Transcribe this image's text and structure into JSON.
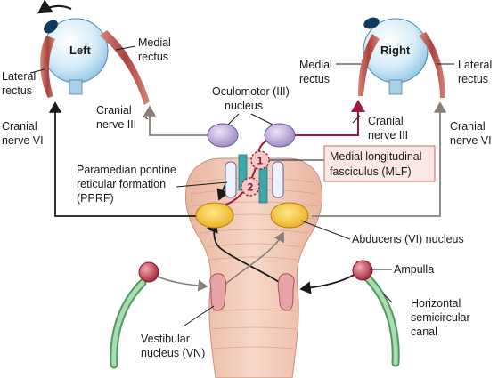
{
  "eyes": {
    "left": {
      "title": "Left",
      "lateral_rectus": [
        "Lateral",
        "rectus"
      ],
      "medial_rectus": [
        "Medial",
        "rectus"
      ]
    },
    "right": {
      "title": "Right",
      "lateral_rectus": [
        "Lateral",
        "rectus"
      ],
      "medial_rectus": [
        "Medial",
        "rectus"
      ]
    }
  },
  "labels": {
    "cranial_nerve_iii_left": [
      "Cranial",
      "nerve III"
    ],
    "cranial_nerve_iii_right": [
      "Cranial",
      "nerve III"
    ],
    "cranial_nerve_vi_left": [
      "Cranial",
      "nerve VI"
    ],
    "cranial_nerve_vi_right": [
      "Cranial",
      "nerve VI"
    ],
    "oculomotor_nucleus": [
      "Oculomotor (III)",
      "nucleus"
    ],
    "pprf": [
      "Paramedian pontine",
      "reticular formation",
      "(PPRF)"
    ],
    "mlf": [
      "Medial longitudinal",
      "fasciculus (MLF)"
    ],
    "abducens": "Abducens (VI) nucleus",
    "ampulla": "Ampulla",
    "horizontal_canal": [
      "Horizontal",
      "semicircular",
      "canal"
    ],
    "vestibular_nucleus": [
      "Vestibular",
      "nucleus (VN)"
    ]
  },
  "markers": {
    "one": "1",
    "two": "2"
  },
  "colors": {
    "brainstem": "#f1c7b3",
    "nucleus_purple": "#b9a6d6",
    "abducens_yellow": "#f2c230",
    "mlf_teal": "#3fa7a8",
    "pathway_red": "#9c1b3b",
    "pathway_black": "#1a1a1a",
    "pathway_gray": "#8b7d78",
    "eye_blue": "#cfe6f4",
    "muscle": "#b8524a",
    "ampulla": "#c03a50",
    "canal": "#7dbf86"
  }
}
